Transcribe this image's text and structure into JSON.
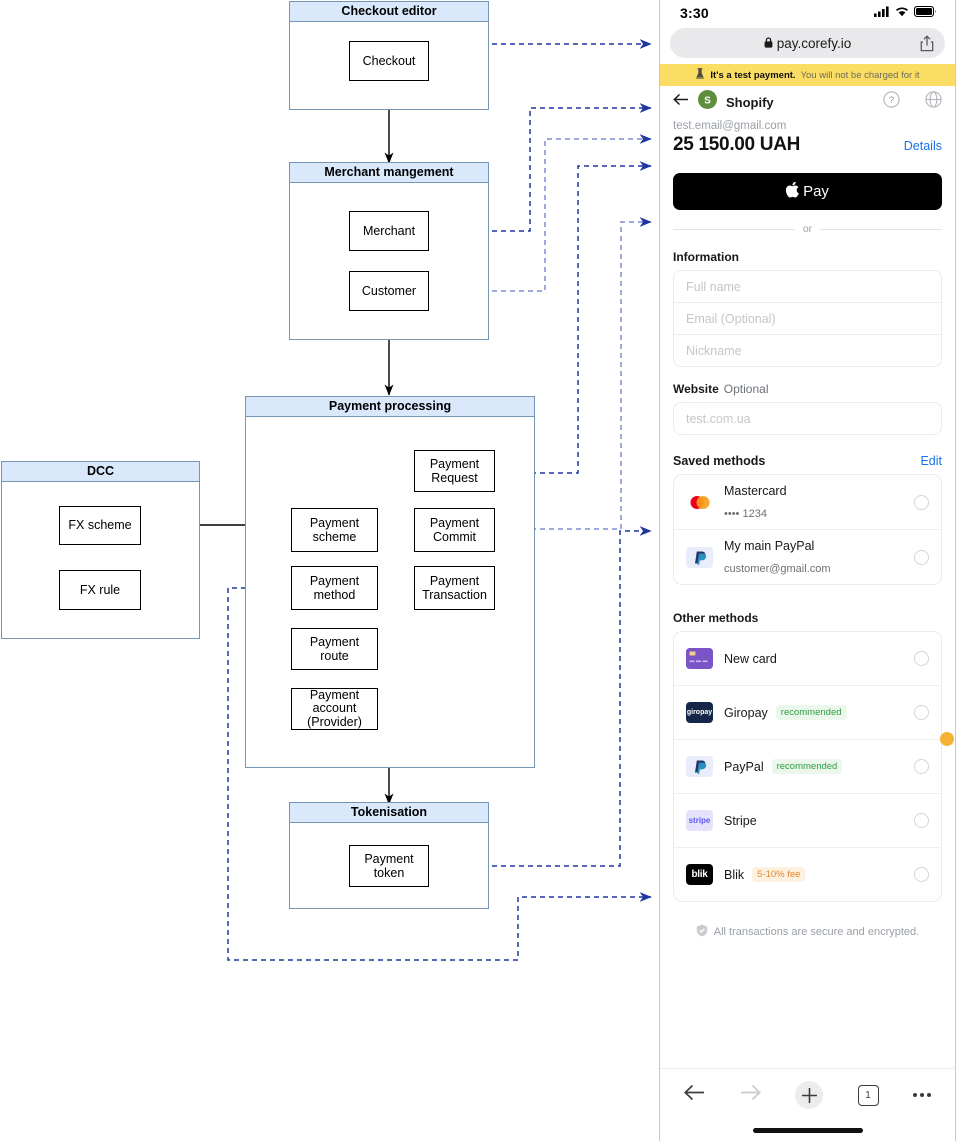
{
  "diagram": {
    "groups": [
      {
        "id": "checkout_editor",
        "title": "Checkout editor"
      },
      {
        "id": "merchant_management",
        "title": "Merchant mangement"
      },
      {
        "id": "payment_processing",
        "title": "Payment processing"
      },
      {
        "id": "dcc",
        "title": "DCC"
      },
      {
        "id": "tokenisation",
        "title": "Tokenisation"
      }
    ],
    "nodes": {
      "checkout": "Checkout",
      "merchant": "Merchant",
      "customer": "Customer",
      "payment_request": "Payment\nRequest",
      "payment_commit": "Payment\nCommit",
      "payment_transaction": "Payment\nTransaction",
      "payment_scheme": "Payment\nscheme",
      "payment_method": "Payment\nmethod",
      "payment_route": "Payment\nroute",
      "payment_account": "Payment\naccount\n(Provider)",
      "fx_scheme": "FX scheme",
      "fx_rule": "FX rule",
      "payment_token": "Payment\ntoken"
    },
    "colors": {
      "group_header": "#dae8fc",
      "group_border": "#7595b5",
      "connector": "#1f36a0",
      "connector_light": "#7b8ed6"
    }
  },
  "phone": {
    "status_bar": {
      "time": "3:30",
      "cellular_icon": "signal-bars-icon",
      "wifi_icon": "wifi-icon",
      "battery_icon": "battery-icon"
    },
    "url_bar": {
      "lock_icon": "lock-icon",
      "url": "pay.corefy.io",
      "share_icon": "share-icon"
    },
    "test_banner": {
      "icon": "test-tube-icon",
      "strong": "It's a test payment.",
      "rest": "You will not be charged for it"
    },
    "merchant_bar": {
      "back_icon": "back-arrow-icon",
      "logo_letter": "S",
      "name": "Shopify",
      "help_icon": "help-circle-icon",
      "globe_icon": "globe-icon"
    },
    "payer_email": "test.email@gmail.com",
    "amount": "25 150.00 UAH",
    "details_link": "Details",
    "apple_pay": {
      "icon": "apple-logo-icon",
      "label": "Pay"
    },
    "divider_label": "or",
    "information": {
      "title": "Information",
      "fields": [
        {
          "name": "full-name-input",
          "placeholder": "Full name",
          "value": ""
        },
        {
          "name": "email-input",
          "placeholder": "Email (Optional)",
          "value": ""
        },
        {
          "name": "nickname-input",
          "placeholder": "Nickname",
          "value": ""
        }
      ]
    },
    "website": {
      "title": "Website",
      "optional": "Optional",
      "placeholder": "test.com.ua",
      "value": ""
    },
    "saved_methods": {
      "title": "Saved methods",
      "edit": "Edit",
      "items": [
        {
          "icon": "mastercard-icon",
          "name": "Mastercard",
          "sub": "•••• 1234",
          "badge": "",
          "selected": false
        },
        {
          "icon": "paypal-icon",
          "name": "My main PayPal",
          "sub": "customer@gmail.com",
          "badge": "",
          "selected": false
        }
      ]
    },
    "other_methods": {
      "title": "Other methods",
      "items": [
        {
          "icon": "credit-card-icon",
          "name": "New card",
          "badge": "",
          "badge_type": "",
          "selected": false
        },
        {
          "icon": "giropay-icon",
          "name": "Giropay",
          "badge": "recommended",
          "badge_type": "green",
          "selected": false
        },
        {
          "icon": "paypal-icon",
          "name": "PayPal",
          "badge": "recommended",
          "badge_type": "green",
          "selected": false
        },
        {
          "icon": "stripe-icon",
          "name": "Stripe",
          "badge": "",
          "badge_type": "",
          "selected": false
        },
        {
          "icon": "blik-icon",
          "name": "Blik",
          "badge": "5-10% fee",
          "badge_type": "amber",
          "selected": false
        }
      ]
    },
    "secure_note": {
      "icon": "shield-check-icon",
      "text": "All transactions are secure and encrypted."
    },
    "nav_bar": {
      "back_icon": "back-arrow-icon",
      "forward_icon": "forward-arrow-icon",
      "new_tab_icon": "plus-icon",
      "tab_count": "1",
      "more_icon": "more-dots-icon"
    },
    "accent_colors": {
      "link": "#1a73e8",
      "banner": "#fcdd63",
      "recommended": "#2f9e44",
      "fee": "#e08a2b",
      "highlight_dot": "#f5b335"
    }
  }
}
